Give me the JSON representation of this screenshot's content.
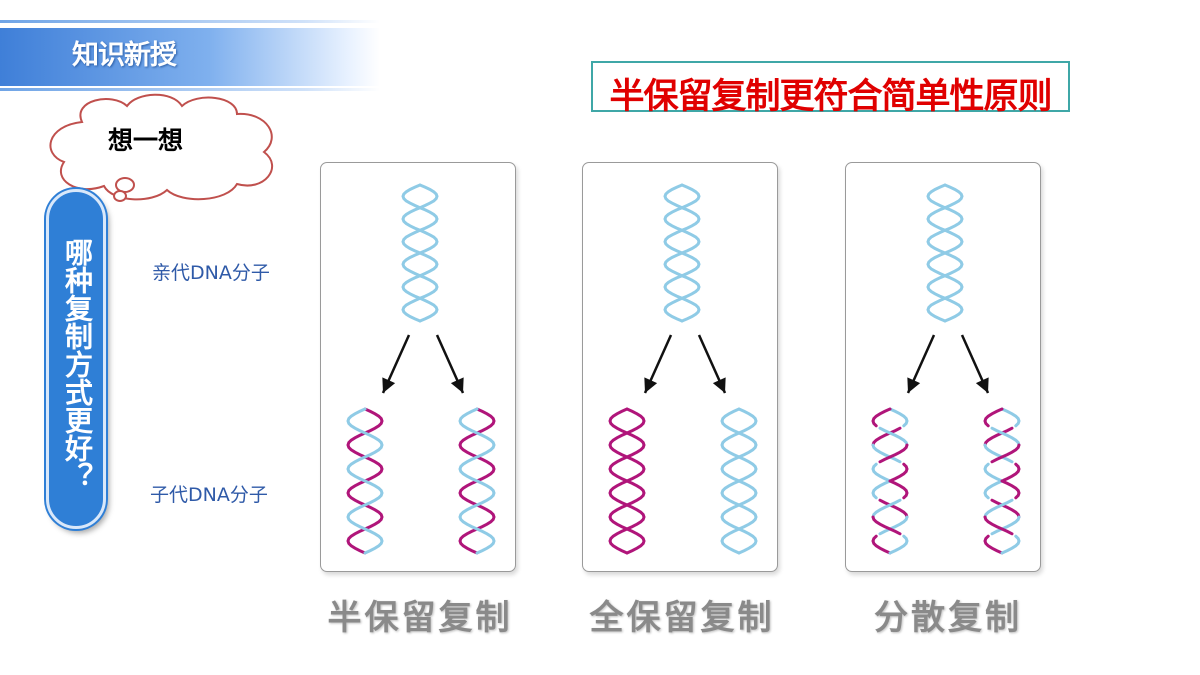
{
  "header": {
    "section_title": "知识新授"
  },
  "principle": {
    "text": "半保留复制更符合简单性原则"
  },
  "thought_cloud": {
    "label": "想一想"
  },
  "question": {
    "text": "哪种复制方式更好？"
  },
  "side_labels": {
    "parent": "亲代DNA分子",
    "child": "子代DNA分子"
  },
  "panels": [
    {
      "caption": "半保留复制"
    },
    {
      "caption": "全保留复制"
    },
    {
      "caption": "分散复制"
    }
  ],
  "colors": {
    "old_strand": "#8fcbe6",
    "new_strand": "#b0157a",
    "banner_blue": "#3f7fd8",
    "pill_blue": "#2f7fd6",
    "principle_red": "#e00000",
    "caption_gray": "#8a8a8a"
  },
  "icons": {
    "arrow": "down-arrow-icon",
    "cloud": "thought-cloud-icon"
  }
}
